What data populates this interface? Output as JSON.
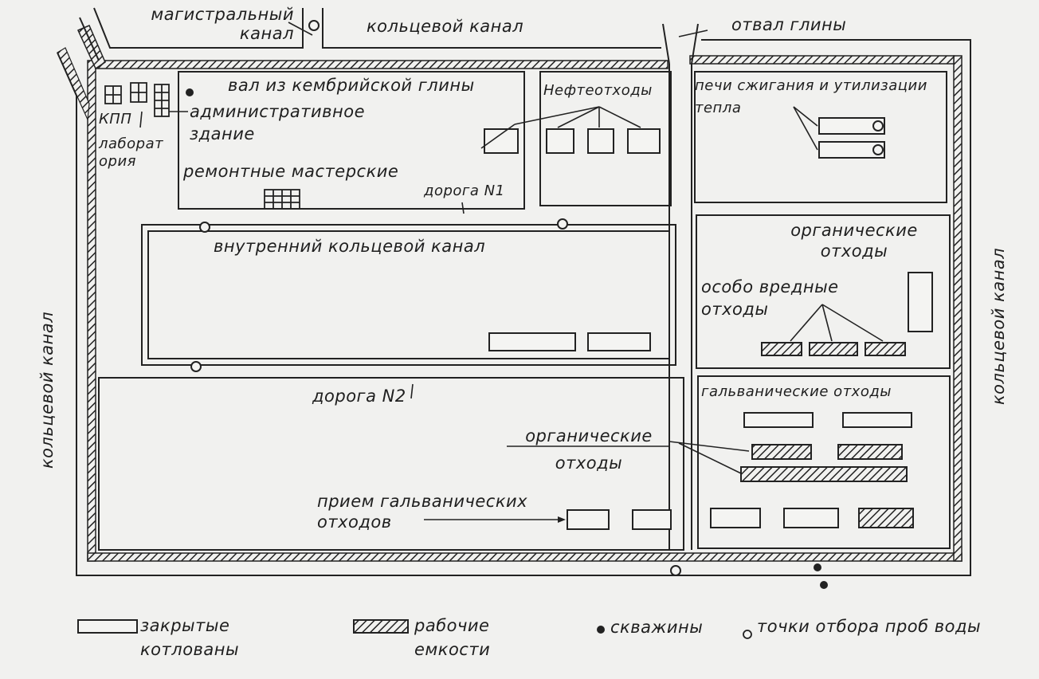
{
  "labels": {
    "main_canal": "магистральный канал",
    "ring_canal_top": "кольцевой канал",
    "clay_dump": "отвал глины",
    "clay_rampart": "вал из кембрийской глины",
    "admin_building": "административное здание",
    "checkpoint": "КПП",
    "laboratory": "лаборатория",
    "repair_shops": "ремонтные мастерские",
    "road_1": "дорога N1",
    "oil_waste": "Нефтеотходы",
    "furnaces": "печи сжигания и утилизации тепла",
    "inner_ring_canal": "внутренний кольцевой канал",
    "organic_waste_right": "органические отходы",
    "hazardous_waste": "особо вредные отходы",
    "galvanic_waste": "гальванические отходы",
    "road_2": "дорога N2",
    "organic_waste_lower": "органические отходы",
    "galvanic_intake": "прием гальванических отходов",
    "ring_canal_left": "кольцевой канал",
    "ring_canal_right": "кольцевой канал"
  },
  "legend": {
    "closed_pits": "закрытые котлованы",
    "working_tanks": "рабочие емкости",
    "wells": "скважины",
    "sampling_points": "точки отбора проб воды"
  }
}
